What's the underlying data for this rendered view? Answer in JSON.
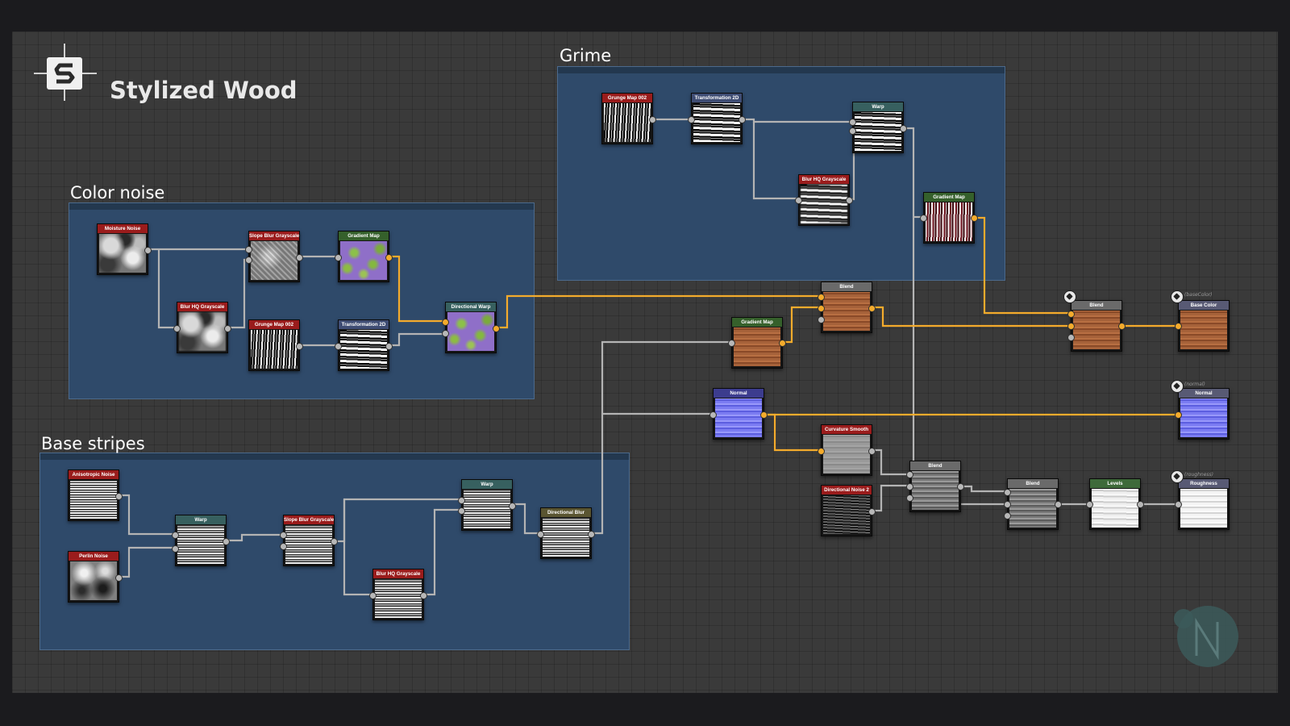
{
  "graph_title": "Stylized Wood",
  "frames": {
    "grime": "Grime",
    "color_noise": "Color noise",
    "base_stripes": "Base stripes"
  },
  "nodes": {
    "grime_grunge": "Grunge Map 002",
    "grime_transform": "Transformation 2D",
    "grime_warp": "Warp",
    "grime_blur": "Blur HQ Grayscale",
    "grime_gradient": "Gradient Map",
    "cn_moisture": "Moisture Noise",
    "cn_blur": "Blur HQ Grayscale",
    "cn_slope": "Slope Blur Grayscale",
    "cn_gradient": "Gradient Map",
    "cn_grunge": "Grunge Map 002",
    "cn_transform": "Transformation 2D",
    "cn_dirwarp": "Directional Warp",
    "bs_aniso": "Anisotropic Noise",
    "bs_perlin": "Perlin Noise",
    "bs_warp1": "Warp",
    "bs_slope": "Slope Blur Grayscale",
    "bs_blur": "Blur HQ Grayscale",
    "bs_warp2": "Warp",
    "bs_dirblur": "Directional Blur",
    "gradient_wood": "Gradient Map",
    "blend_color": "Blend",
    "blend_final": "Blend",
    "base_color_out": "Base Color",
    "normal": "Normal",
    "normal_out": "Normal",
    "curvature": "Curvature Smooth",
    "dir_noise2": "Directional Noise 2",
    "blend_rough1": "Blend",
    "blend_rough2": "Blend",
    "levels": "Levels",
    "roughness_out": "Roughness"
  },
  "output_tags": {
    "base_color": "(baseColor)",
    "normal": "(normal)",
    "roughness": "(roughness)"
  },
  "colors": {
    "background": "#1b1b1e",
    "canvas": "#3a3a3a",
    "frame": "#2f4a6a",
    "wire_gray": "#b4b4b4",
    "wire_color": "#f4ab2c",
    "generator_header": "#9a1c1c",
    "filter_header": "#3f4d74",
    "gradient_header": "#35602b"
  },
  "icons": {
    "logo": "substance-logo-icon",
    "output": "output-cube-icon",
    "blend_pin": "bookmark-icon",
    "watermark": "n-monogram-icon"
  }
}
